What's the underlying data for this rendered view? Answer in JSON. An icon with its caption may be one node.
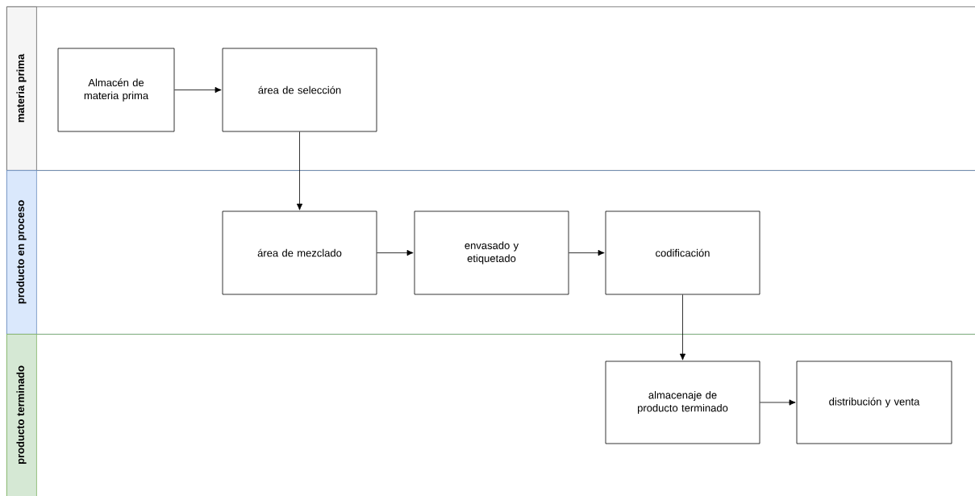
{
  "diagram": {
    "nodes": [
      {
        "text": [
          "materia prima"
        ]
      },
      {
        "text": [
          "producto en proceso"
        ]
      },
      {
        "text": [
          "producto terminado"
        ]
      },
      {
        "text": [
          "Almacén de materia prima"
        ],
        "in": 0
      },
      {
        "text": [
          "área de selección"
        ],
        "in": 0
      },
      {
        "text": [
          "área de mezclado"
        ],
        "in": 1
      },
      {
        "text": [
          "envasado y etiquetado"
        ],
        "in": 1
      },
      {
        "text": [
          "codificación"
        ],
        "in": 1
      },
      {
        "text": [
          "almacenaje de producto terminado"
        ],
        "in": 2
      },
      {
        "text": [
          "distribución y venta"
        ],
        "in": 2
      }
    ],
    "edges": [
      {
        "from": 3,
        "to": 4,
        "arrow": "to"
      },
      {
        "from": 4,
        "to": 5,
        "arrow": "to"
      },
      {
        "from": 5,
        "to": 6,
        "arrow": "to"
      },
      {
        "from": 6,
        "to": 7,
        "arrow": "to"
      },
      {
        "from": 7,
        "to": 8,
        "arrow": "to"
      },
      {
        "from": 8,
        "to": 9,
        "arrow": "to"
      }
    ]
  }
}
